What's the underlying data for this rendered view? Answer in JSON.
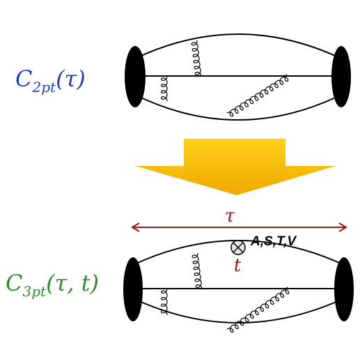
{
  "two_point": {
    "label_main": "C",
    "label_sub": "2pt",
    "label_args": "(τ)",
    "color": "#2040c8"
  },
  "three_point": {
    "label_main": "C",
    "label_sub": "3pt",
    "label_args": "(τ, t)",
    "color": "#2e8b2e",
    "tau_label": "τ",
    "t_label": "t",
    "operator_label": "A,S,T,V",
    "marker_color": "#a01414"
  },
  "arrow": {
    "fill_top": "#ffd21a",
    "fill_bottom": "#f0a800"
  }
}
